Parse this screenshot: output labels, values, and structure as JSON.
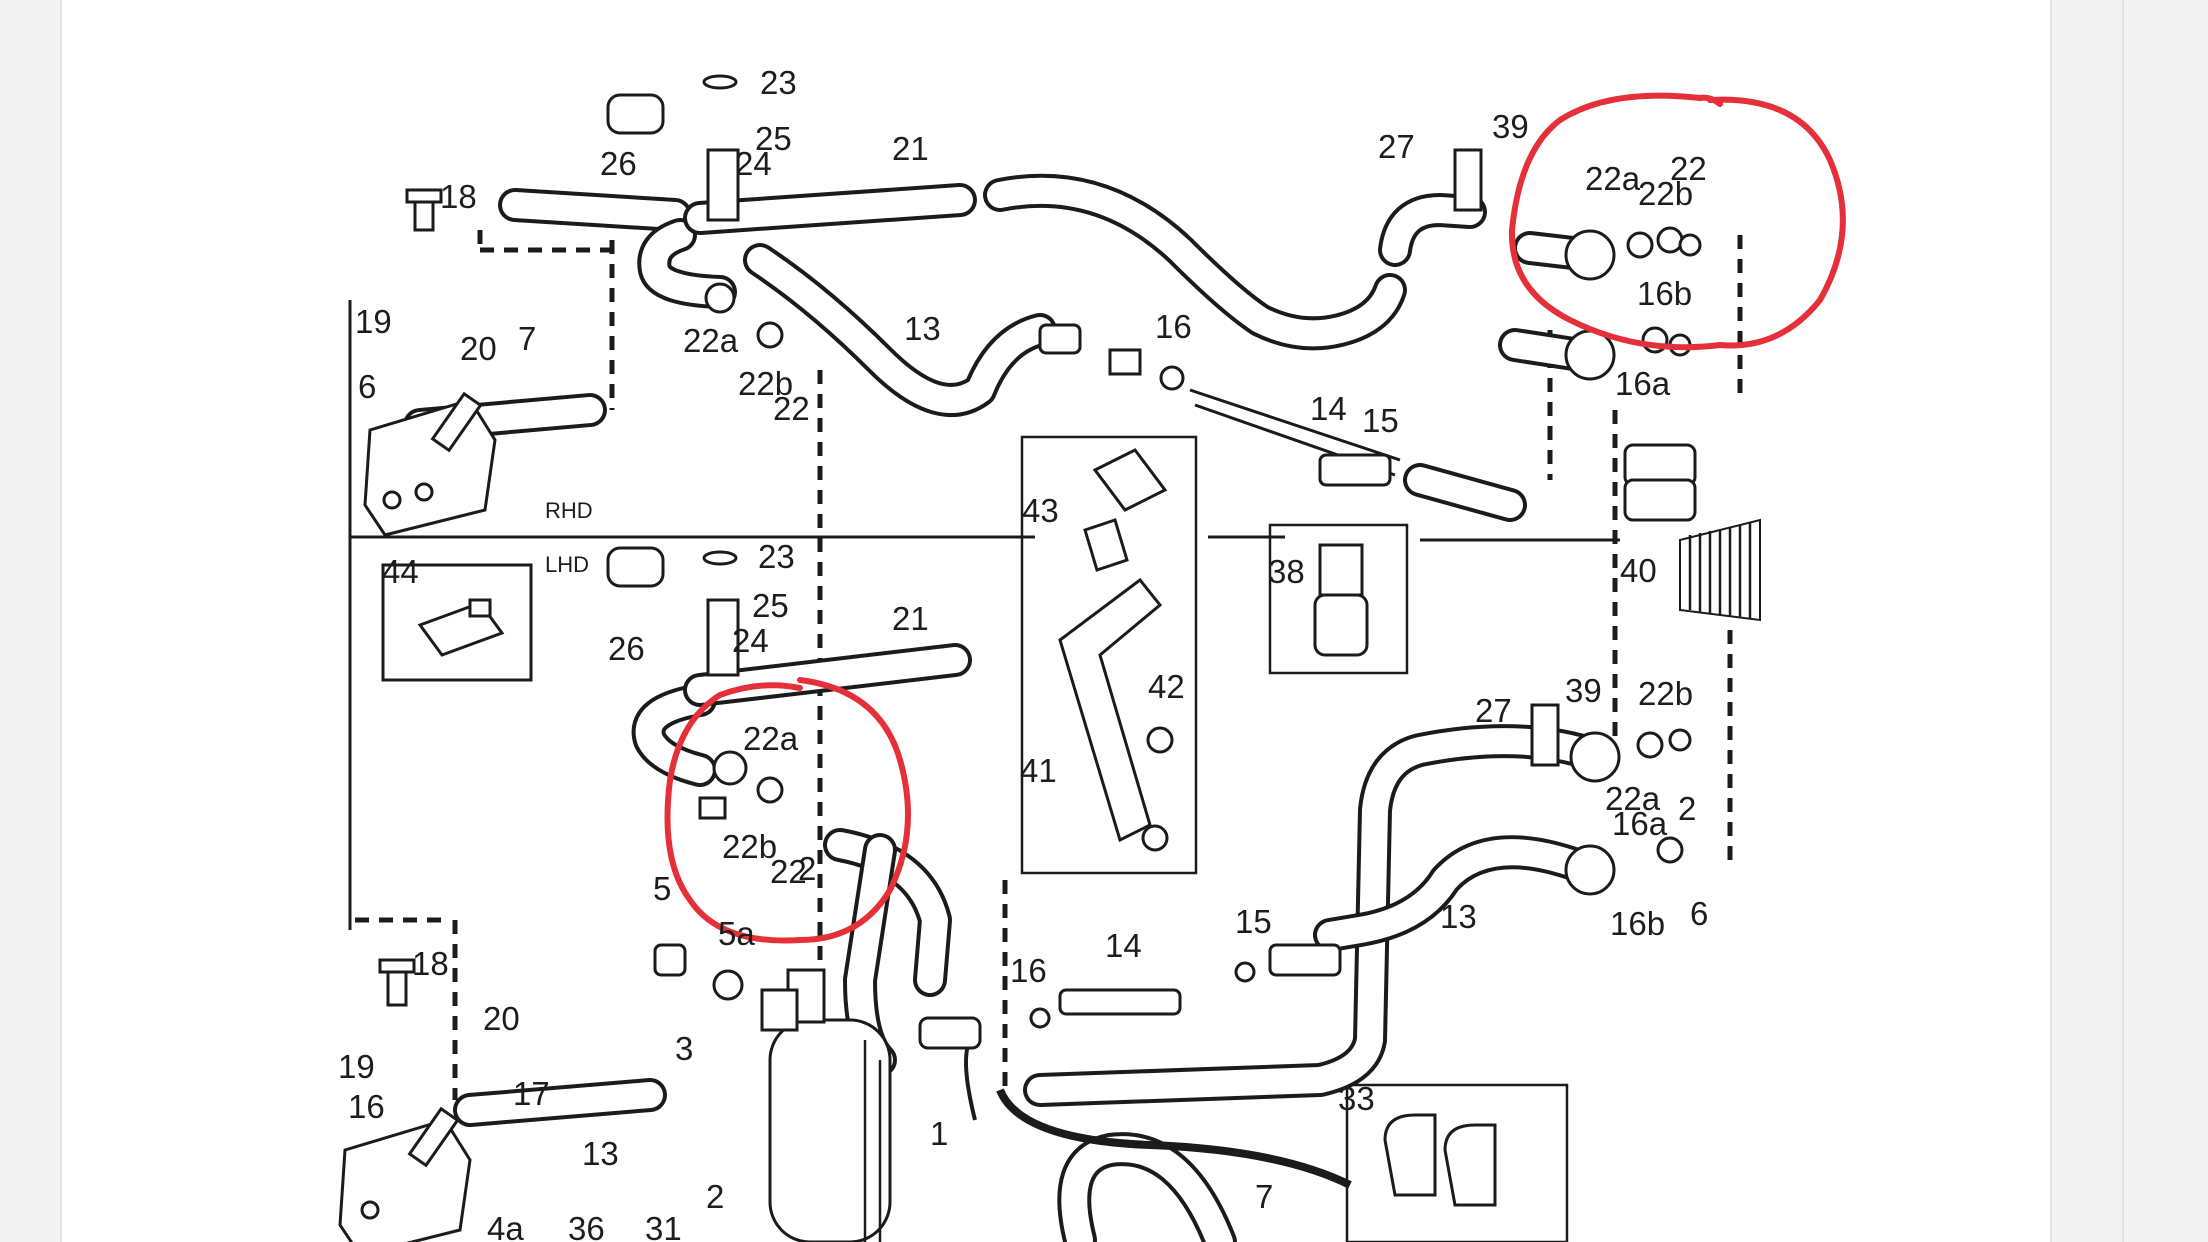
{
  "diagram": {
    "section_labels": {
      "rhd": "RHD",
      "lhd": "LHD"
    },
    "callouts_upper": [
      "23",
      "25",
      "24",
      "26",
      "21",
      "18",
      "19",
      "20",
      "7",
      "6",
      "22a",
      "22b",
      "22",
      "13",
      "16",
      "14",
      "15",
      "27",
      "39",
      "22a",
      "22b",
      "16b",
      "16a",
      "22"
    ],
    "callouts_lower": [
      "44",
      "23",
      "25",
      "24",
      "26",
      "21",
      "22a",
      "22b",
      "22",
      "5",
      "5a",
      "2",
      "3",
      "18",
      "19",
      "20",
      "17",
      "16",
      "13",
      "4a",
      "36",
      "31",
      "2",
      "1",
      "16",
      "14",
      "15",
      "43",
      "41",
      "42",
      "38",
      "40",
      "27",
      "39",
      "22b",
      "22a",
      "2",
      "16a",
      "13",
      "16b",
      "6",
      "33",
      "7"
    ],
    "highlight_color": "#e5303a",
    "ink_color": "#1b1b1b"
  }
}
